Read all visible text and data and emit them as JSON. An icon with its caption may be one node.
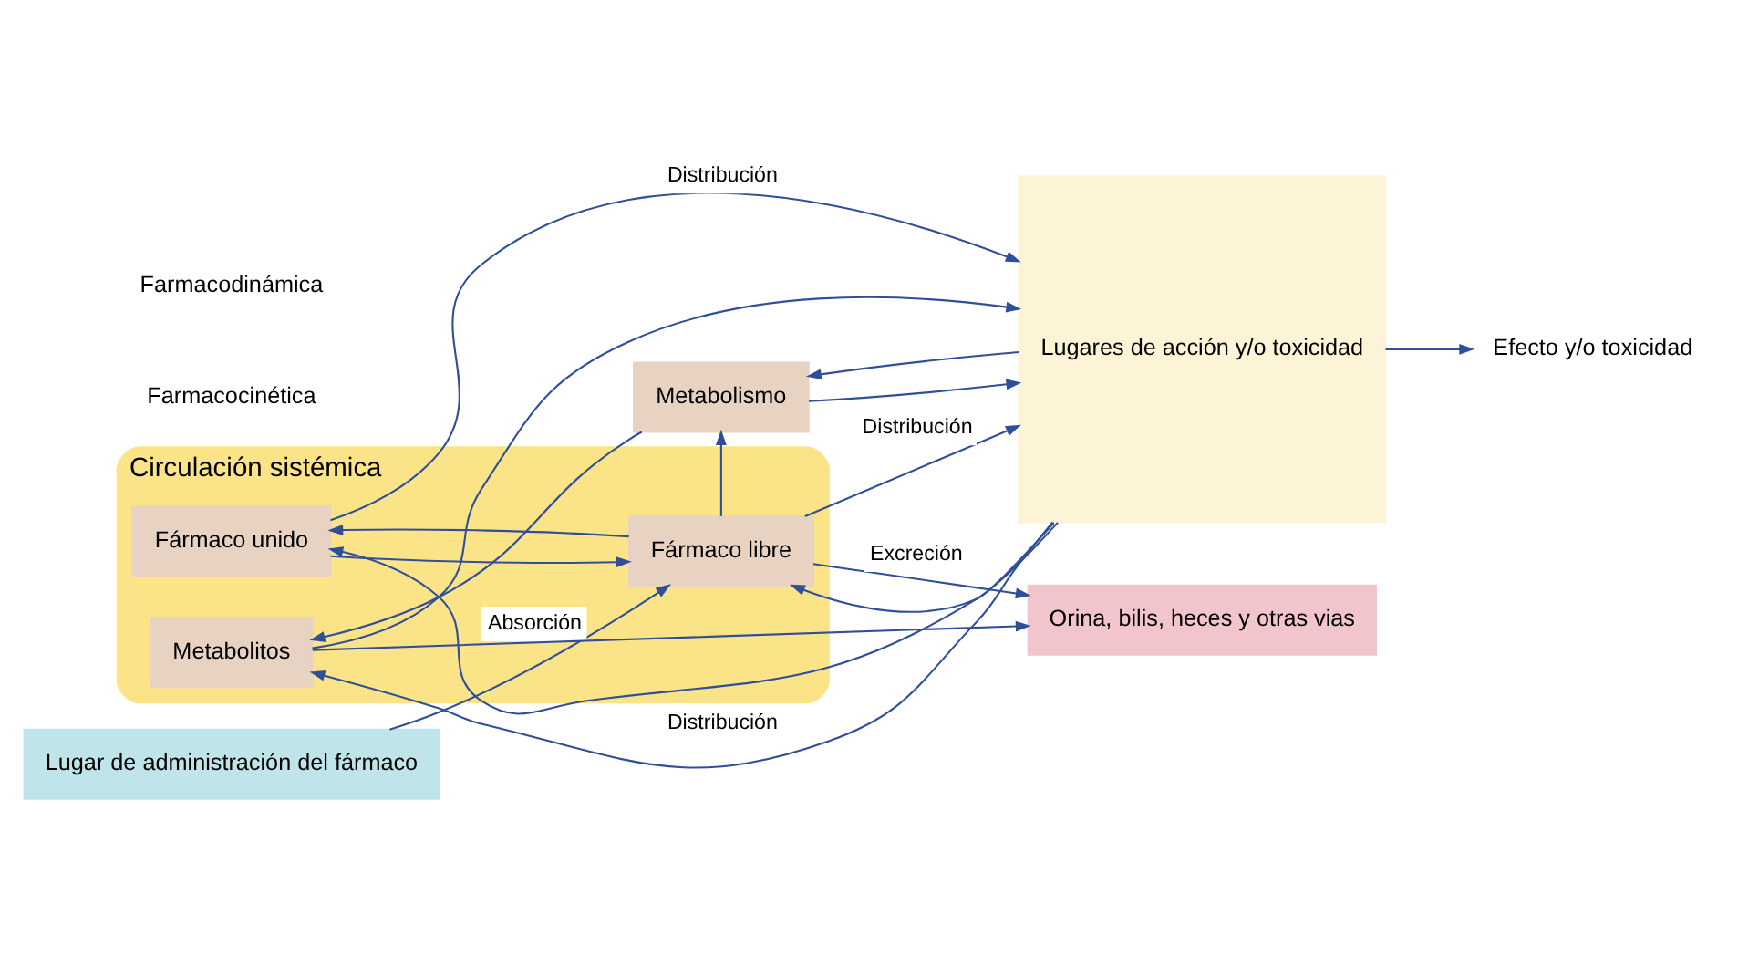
{
  "diagram": {
    "nodes": [
      {
        "text": [
          "Lugar de administración del fármaco"
        ]
      },
      {
        "text": [
          "Circulación sistémica"
        ]
      },
      {
        "text": [
          "Fármaco unido"
        ],
        "in": 1
      },
      {
        "text": [
          "Fármaco libre"
        ],
        "in": 1
      },
      {
        "text": [
          "Metabolismo"
        ]
      },
      {
        "text": [
          "Metabolitos"
        ],
        "in": 1
      },
      {
        "text": [
          "Orina, bilis, heces y otras vias"
        ]
      },
      {
        "text": [
          "Lugares de acción y/o toxicidad"
        ]
      },
      {
        "text": [
          "Efecto y/o toxicidad"
        ]
      }
    ],
    "edges": [
      {
        "from": 0,
        "to": 3,
        "arrow": "to",
        "label": "Absorción"
      },
      {
        "from": 2,
        "to": 3,
        "arrow": "to"
      },
      {
        "from": 3,
        "to": 2,
        "arrow": "to"
      },
      {
        "from": 2,
        "to": 7,
        "arrow": "to",
        "label": "Distribución"
      },
      {
        "from": 7,
        "to": 2,
        "arrow": "to"
      },
      {
        "from": 3,
        "to": 7,
        "arrow": "to",
        "label": "Distribución"
      },
      {
        "from": 7,
        "to": 3,
        "arrow": "to"
      },
      {
        "from": 3,
        "to": 4,
        "arrow": "to"
      },
      {
        "from": 4,
        "to": 7,
        "arrow": "to"
      },
      {
        "from": 7,
        "to": 4,
        "arrow": "to"
      },
      {
        "from": 4,
        "to": 5,
        "arrow": "to"
      },
      {
        "from": 5,
        "to": 7,
        "arrow": "to"
      },
      {
        "from": 7,
        "to": 5,
        "arrow": "to",
        "label": "Distribución"
      },
      {
        "from": 3,
        "to": 6,
        "arrow": "to",
        "label": "Excreción"
      },
      {
        "from": 5,
        "to": 6,
        "arrow": "to"
      },
      {
        "from": 7,
        "to": 8,
        "arrow": "to"
      }
    ],
    "labels": [
      "Farmacocinética",
      "Farmacodinámica"
    ]
  }
}
